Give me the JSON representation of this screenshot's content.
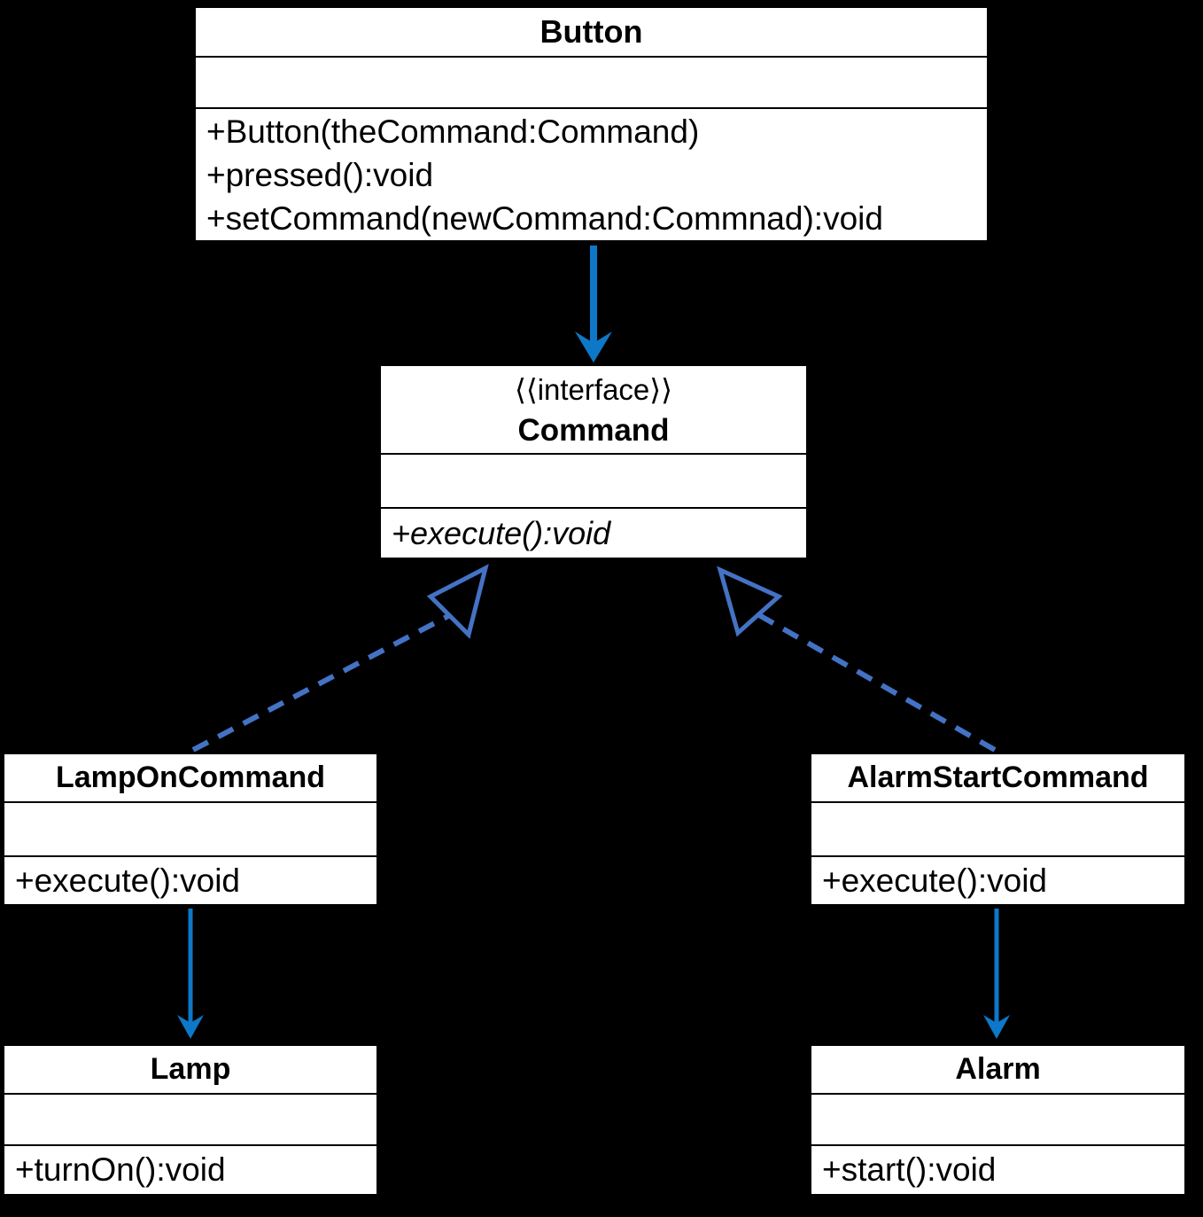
{
  "diagram": {
    "title": "Command design pattern UML class diagram",
    "background_color": "#000000",
    "box_fill_color": "#ffffff",
    "box_border_color": "#000000",
    "colors": {
      "solid_arrow": "#0E78C8",
      "dashed_arrow": "#4472C4"
    },
    "classes": [
      {
        "name": "Button",
        "stereotype": "",
        "attributes": [],
        "methods": [
          "+Button(theCommand:Command)",
          "+pressed():void",
          "+setCommand(newCommand:Commnad):void"
        ]
      },
      {
        "name": "Command",
        "stereotype": "⟨⟨interface⟩⟩",
        "attributes": [],
        "methods": [
          "+execute():void"
        ],
        "methods_style": "italic"
      },
      {
        "name": "LampOnCommand",
        "stereotype": "",
        "attributes": [],
        "methods": [
          "+execute():void"
        ]
      },
      {
        "name": "AlarmStartCommand",
        "stereotype": "",
        "attributes": [],
        "methods": [
          "+execute():void"
        ]
      },
      {
        "name": "Lamp",
        "stereotype": "",
        "attributes": [],
        "methods": [
          "+turnOn():void"
        ]
      },
      {
        "name": "Alarm",
        "stereotype": "",
        "attributes": [],
        "methods": [
          "+start():void"
        ]
      }
    ],
    "relationships": [
      {
        "from": "Button",
        "to": "Command",
        "type": "directed-association",
        "line": "solid",
        "arrowhead": "filled-chevron"
      },
      {
        "from": "LampOnCommand",
        "to": "Command",
        "type": "realization",
        "line": "dashed",
        "arrowhead": "hollow-triangle"
      },
      {
        "from": "AlarmStartCommand",
        "to": "Command",
        "type": "realization",
        "line": "dashed",
        "arrowhead": "hollow-triangle"
      },
      {
        "from": "LampOnCommand",
        "to": "Lamp",
        "type": "directed-association",
        "line": "solid",
        "arrowhead": "filled-chevron"
      },
      {
        "from": "AlarmStartCommand",
        "to": "Alarm",
        "type": "directed-association",
        "line": "solid",
        "arrowhead": "filled-chevron"
      }
    ]
  }
}
